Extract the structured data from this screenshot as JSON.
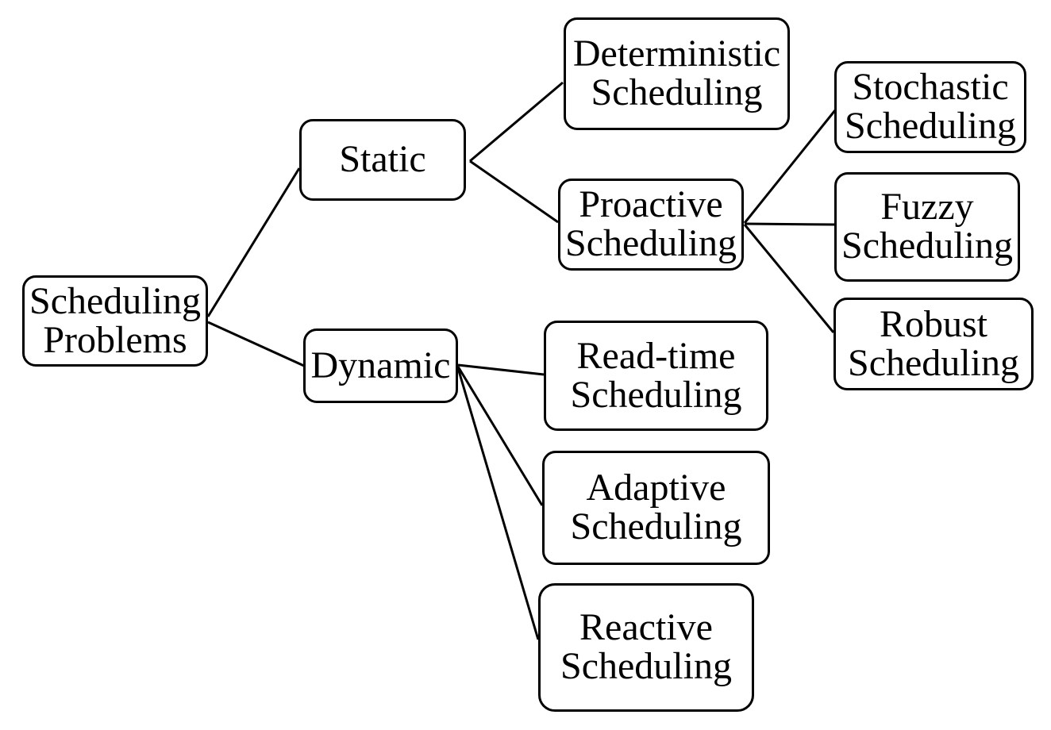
{
  "colors": {
    "background": "#ffffff",
    "border": "#000000",
    "text": "#000000",
    "line": "#000000"
  },
  "nodes": {
    "root": {
      "label": "Scheduling\nProblems"
    },
    "static": {
      "label": "Static"
    },
    "deterministic": {
      "label": "Deterministic\nScheduling"
    },
    "proactive": {
      "label": "Proactive\nScheduling"
    },
    "stochastic": {
      "label": "Stochastic\nScheduling"
    },
    "fuzzy": {
      "label": "Fuzzy\nScheduling"
    },
    "robust": {
      "label": "Robust\nScheduling"
    },
    "dynamic": {
      "label": "Dynamic"
    },
    "readtime": {
      "label": "Read-time\nScheduling"
    },
    "adaptive": {
      "label": "Adaptive\nScheduling"
    },
    "reactive": {
      "label": "Reactive\nScheduling"
    }
  },
  "edges": [
    {
      "from": "root",
      "to": "static"
    },
    {
      "from": "root",
      "to": "dynamic"
    },
    {
      "from": "static",
      "to": "deterministic"
    },
    {
      "from": "static",
      "to": "proactive"
    },
    {
      "from": "proactive",
      "to": "stochastic"
    },
    {
      "from": "proactive",
      "to": "fuzzy"
    },
    {
      "from": "proactive",
      "to": "robust"
    },
    {
      "from": "dynamic",
      "to": "readtime"
    },
    {
      "from": "dynamic",
      "to": "adaptive"
    },
    {
      "from": "dynamic",
      "to": "reactive"
    }
  ]
}
